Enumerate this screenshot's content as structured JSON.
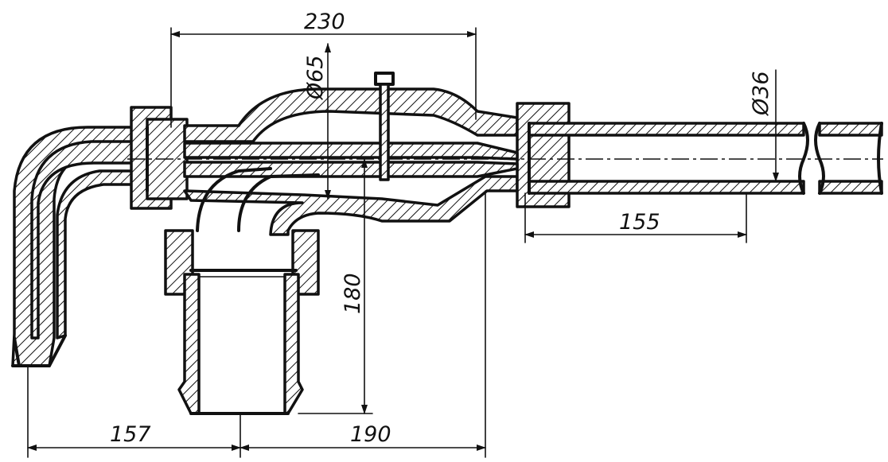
{
  "drawing": {
    "type": "technical section drawing",
    "dimensions": {
      "top_length": "230",
      "main_diameter": "Ø65",
      "outlet_diameter": "Ø36",
      "outlet_length": "155",
      "height": "180",
      "left_offset": "157",
      "right_offset": "190"
    },
    "colors": {
      "ink": "#111111",
      "paper": "#ffffff"
    }
  }
}
